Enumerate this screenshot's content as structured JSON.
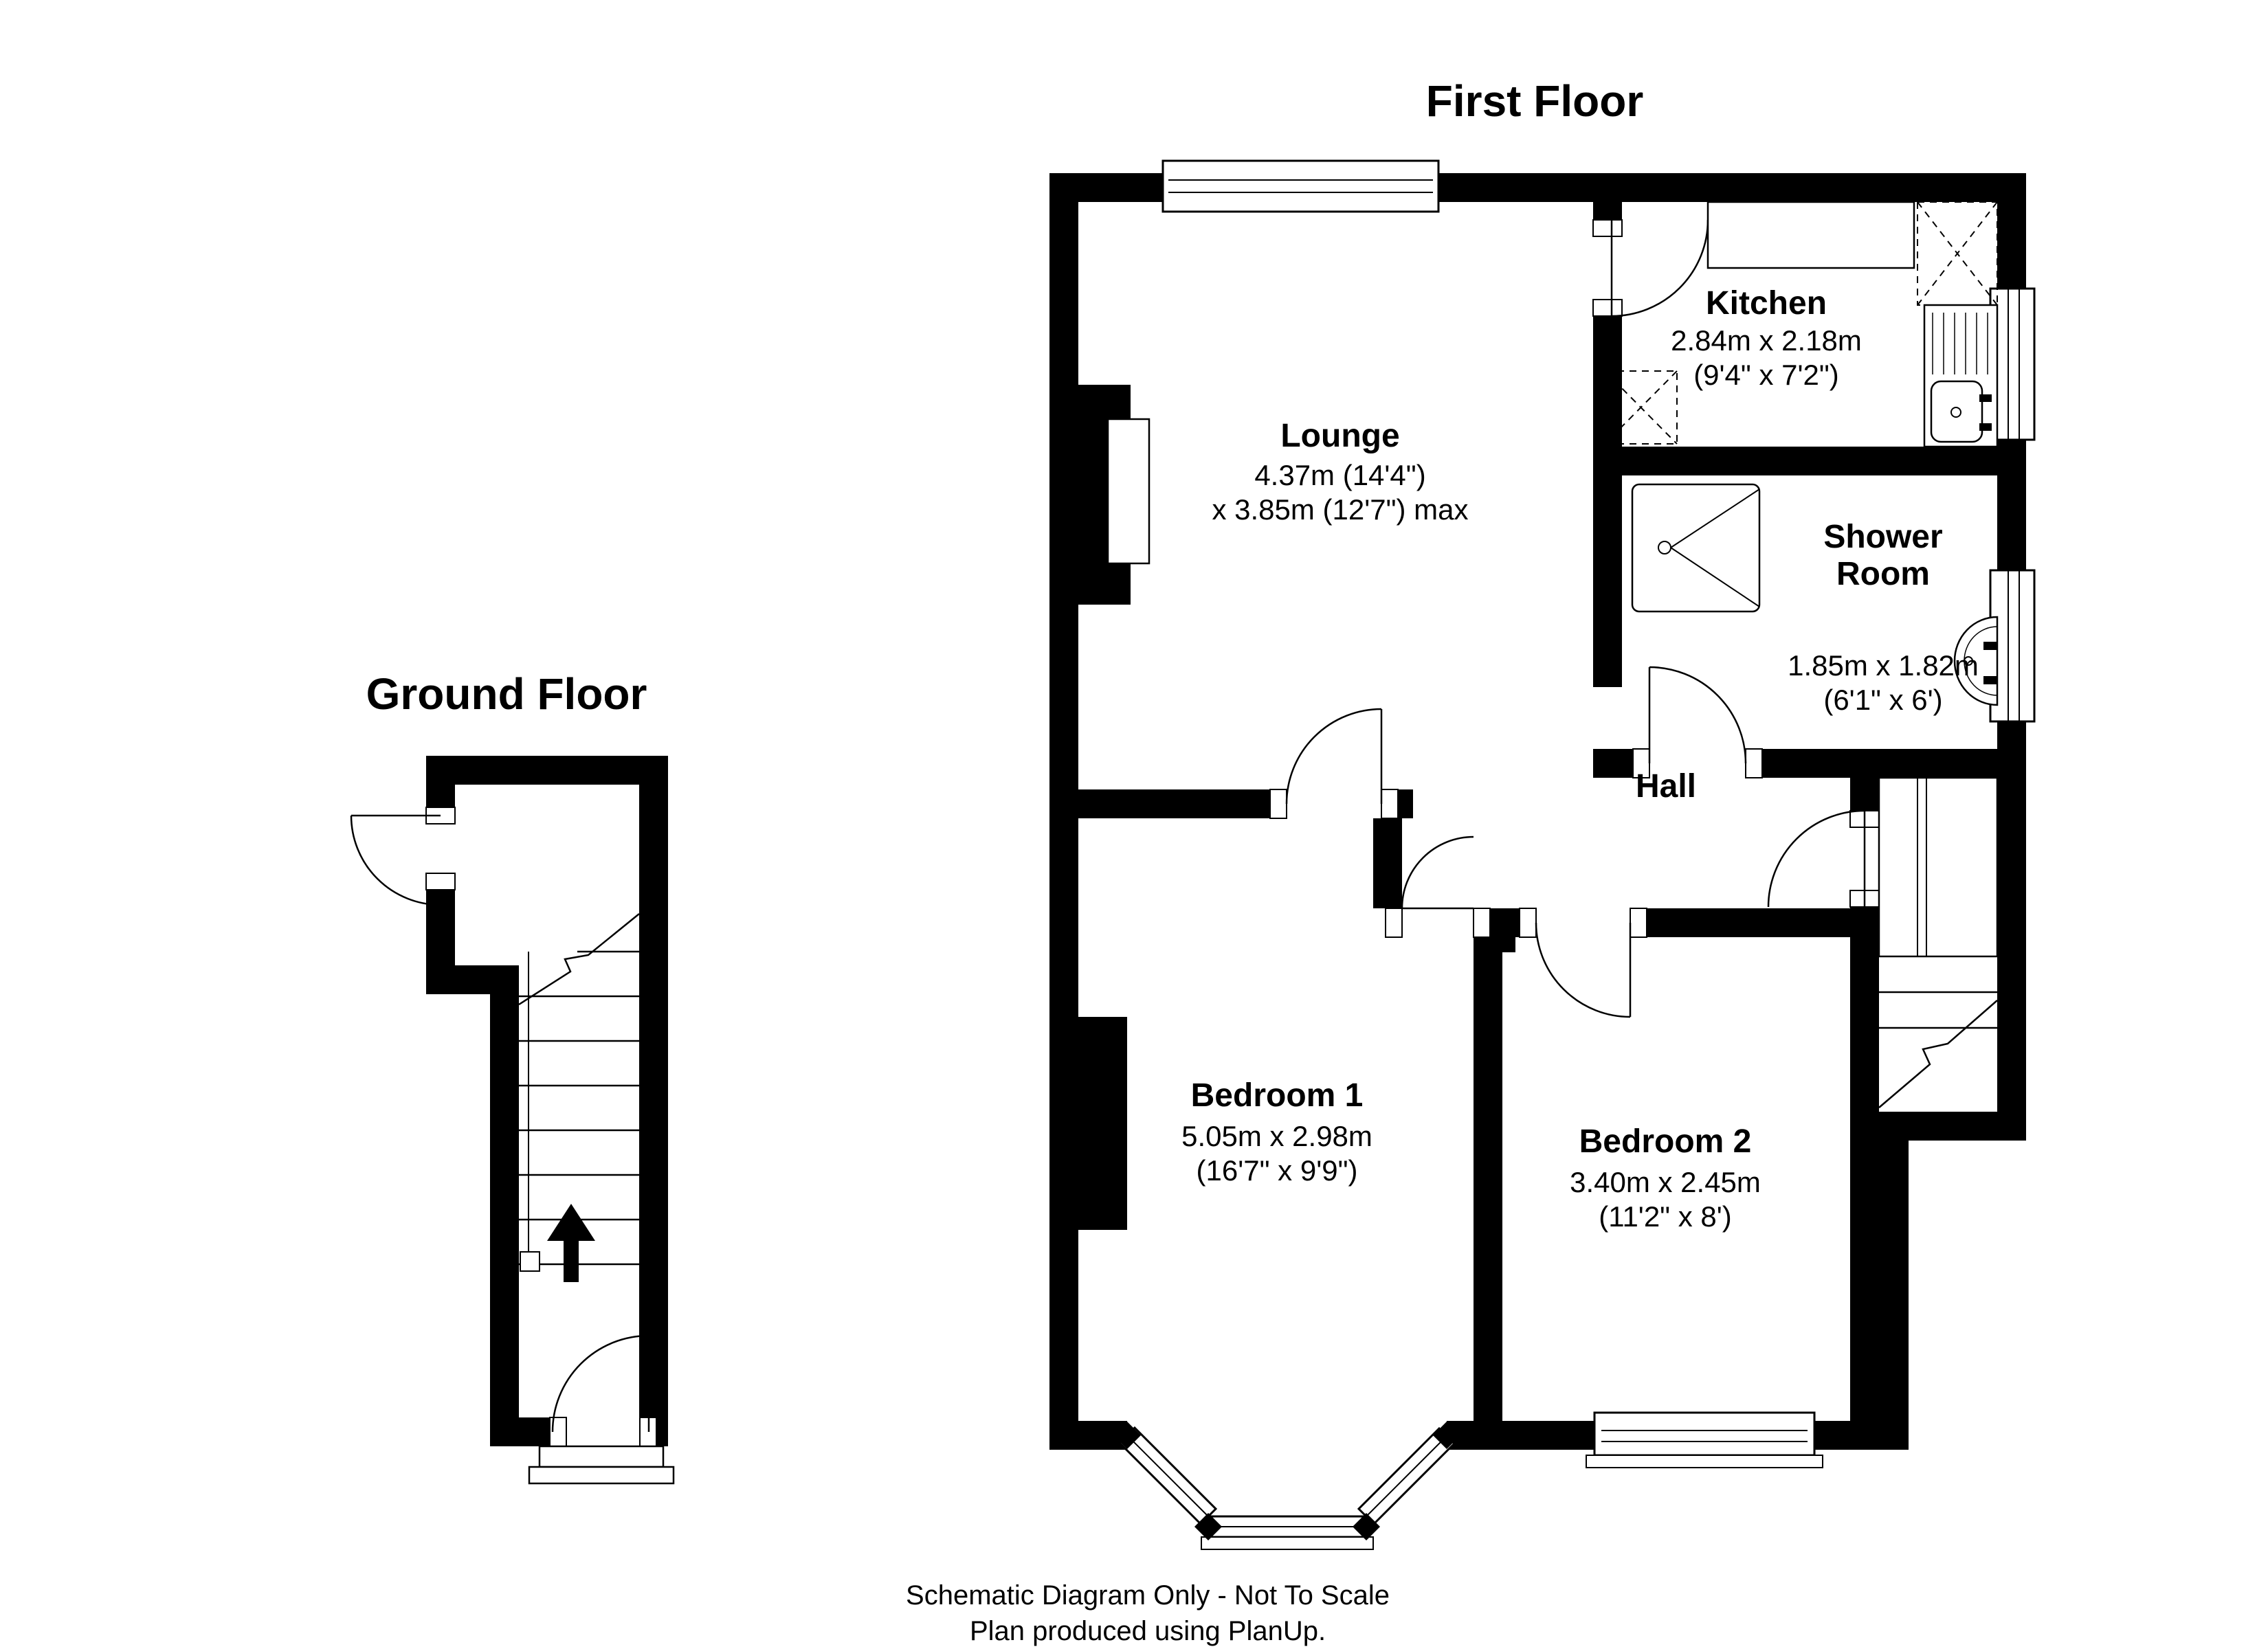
{
  "floors": {
    "first": {
      "title": "First Floor"
    },
    "ground": {
      "title": "Ground Floor"
    }
  },
  "rooms": {
    "lounge": {
      "name": "Lounge",
      "metric": "4.37m (14'4\")",
      "imperial": "x 3.85m (12'7\") max"
    },
    "kitchen": {
      "name": "Kitchen",
      "metric": "2.84m x 2.18m",
      "imperial": "(9'4\" x 7'2\")"
    },
    "shower_room": {
      "name": "Shower Room",
      "metric": "1.85m x 1.82m",
      "imperial": "(6'1\" x 6')"
    },
    "hall": {
      "name": "Hall"
    },
    "bedroom1": {
      "name": "Bedroom 1",
      "metric": "5.05m x 2.98m",
      "imperial": "(16'7\" x 9'9\")"
    },
    "bedroom2": {
      "name": "Bedroom 2",
      "metric": "3.40m x 2.45m",
      "imperial": "(11'2\" x 8')"
    }
  },
  "footer": {
    "line1": "Schematic Diagram Only - Not To Scale",
    "line2": "Plan produced using PlanUp."
  },
  "colors": {
    "wall": "#000000",
    "line": "#000000",
    "background": "#ffffff"
  }
}
